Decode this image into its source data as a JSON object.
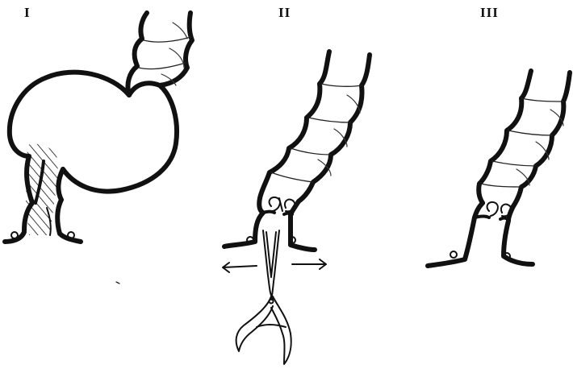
{
  "panels": [
    {
      "label": "I"
    },
    {
      "label": "II"
    },
    {
      "label": "III"
    }
  ],
  "colors": {
    "ink": "#111111",
    "background": "#ffffff"
  },
  "icons": [
    "dilated-loop-icon",
    "forceps-icon",
    "stoma-icon",
    "arrow-left-icon",
    "arrow-right-icon"
  ]
}
